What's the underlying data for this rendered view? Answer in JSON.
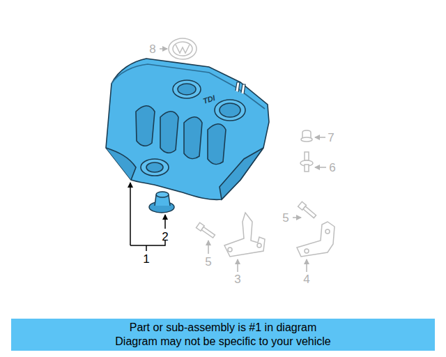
{
  "diagram": {
    "nodes": [
      {
        "text": [
          "Part or sub-assembly is #1 in diagram",
          "Diagram may not be specific to your vehicle"
        ]
      }
    ],
    "labels": [
      "8",
      "TDI",
      "7",
      "6",
      "5",
      "2",
      "1",
      "5",
      "3",
      "4"
    ]
  }
}
